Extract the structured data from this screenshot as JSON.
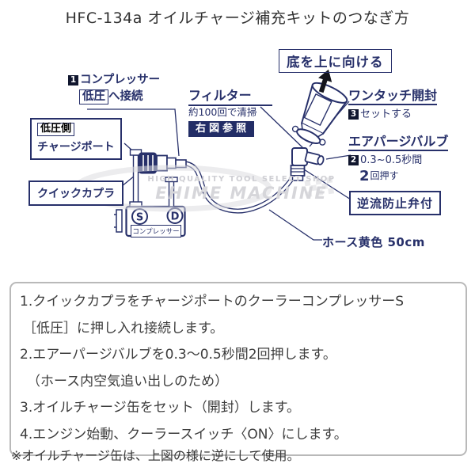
{
  "title": "HFC-134a オイルチャージ補充キットのつなぎ方",
  "diagram": {
    "compressor_label": {
      "num": "1",
      "text": "コンプレッサー",
      "boxed": "低圧",
      "suffix": "へ接続"
    },
    "charge_port": {
      "boxed": "低圧側",
      "text": "チャージポート"
    },
    "quick_coupler": "クイックカプラ",
    "compressor_unit": {
      "s_port": "S",
      "d_port": "D",
      "caption": "コンプレッサー"
    },
    "filter": {
      "title": "フィルター",
      "note": "約100回で清掃",
      "badge": "右図参照"
    },
    "can_orientation": "底を上に向ける",
    "one_touch": {
      "title": "ワンタッチ開封",
      "num": "3",
      "note": "セットする"
    },
    "air_purge": {
      "title": "エアパージバルブ",
      "num": "2",
      "note": "0.3~0.5秒間",
      "count": "2",
      "count_suffix": "回押す"
    },
    "check_valve": "逆流防止弁付",
    "hose": "ホース黄色 50cm"
  },
  "watermark": {
    "line1": "HIGH QUALITY TOOL SELECT SHOP",
    "line2": "EHIME MACHINE"
  },
  "instructions": [
    "1.クイックカプラをチャージポートのクーラーコンプレッサーS",
    "［低圧］に押し入れ接続します。",
    "2.エアーパージバルブを0.3～0.5秒間2回押します。",
    "（ホース内空気追い出しのため）",
    "3.オイルチャージ缶をセット（開封）します。",
    "4.エンジン始動、クーラースイッチ〈ON〉にします。"
  ],
  "footnote": "※オイルチャージ缶は、上図の様に逆にして使用。",
  "colors": {
    "ink": "#27306a",
    "badge_bg": "#222d66",
    "number_box_bg": "#10162e",
    "body_text": "#3d3d3d",
    "watermark": "#d4d4d8",
    "arrow": "#14141c"
  }
}
